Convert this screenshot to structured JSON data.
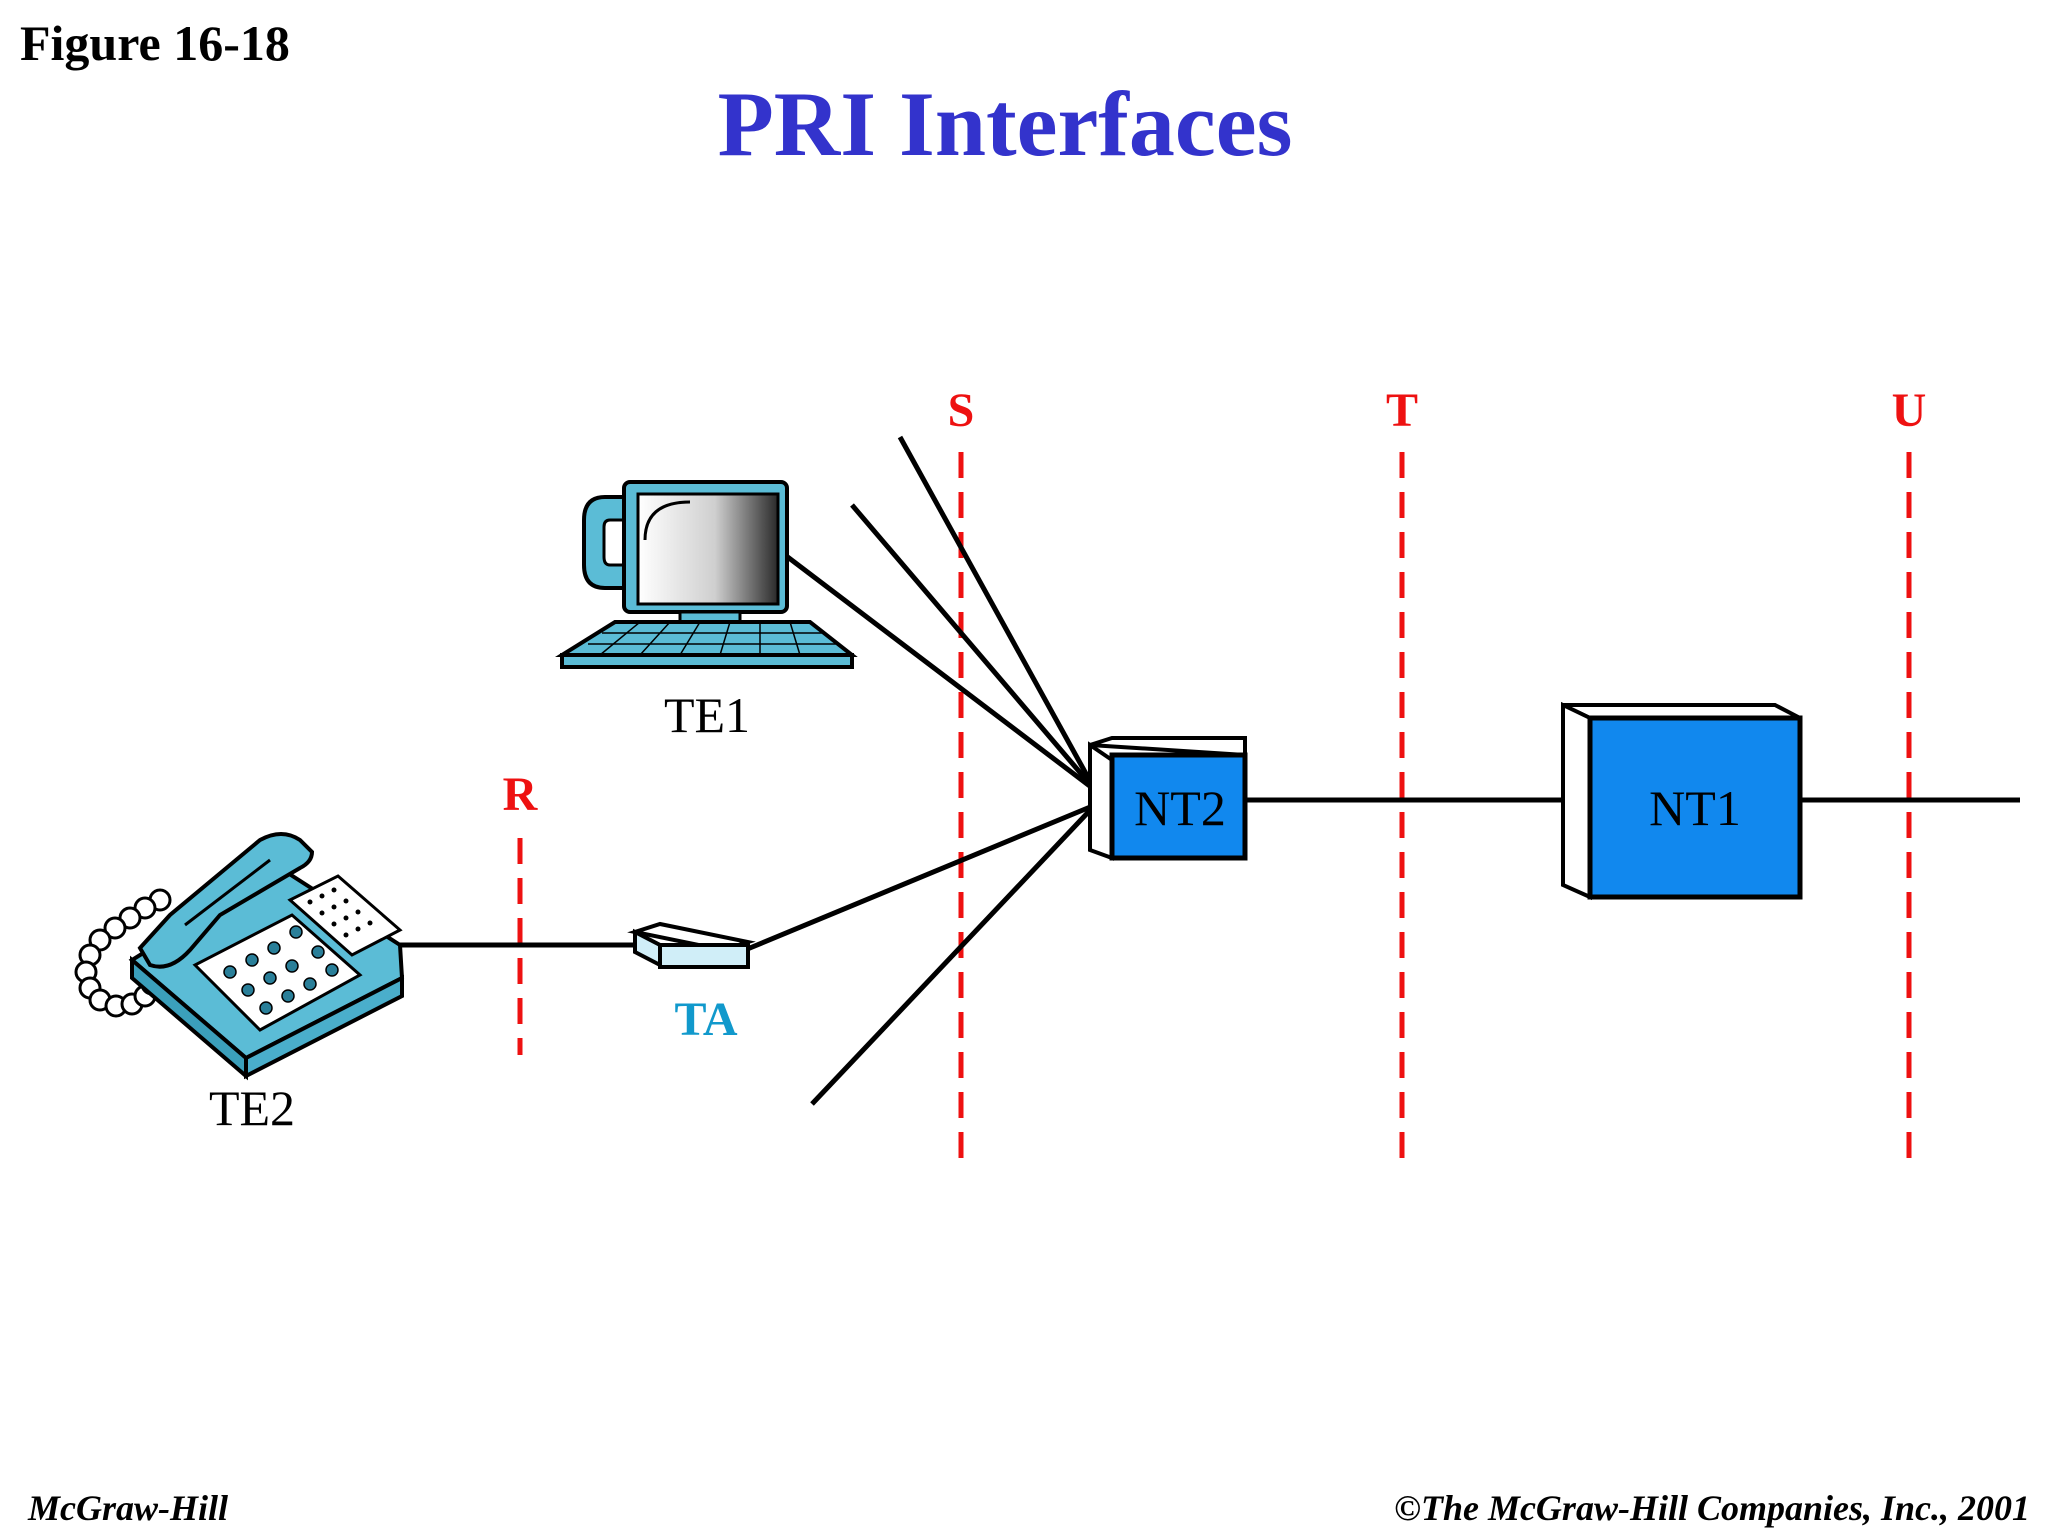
{
  "figure_label": "Figure 16-18",
  "title": "PRI Interfaces",
  "reference_points": {
    "r": "R",
    "s": "S",
    "t": "T",
    "u": "U"
  },
  "devices": {
    "te1": "TE1",
    "te2": "TE2",
    "ta": "TA",
    "nt2": "NT2",
    "nt1": "NT1"
  },
  "footer": {
    "publisher": "McGraw-Hill",
    "copyright": "©The McGraw-Hill Companies, Inc., 2001"
  },
  "colors": {
    "title": "#3333cc",
    "reference_point": "#ee1111",
    "device_box": "#1188ee",
    "ta_label": "#1199cc",
    "equipment": "#5bbcd6",
    "line": "#000000"
  }
}
